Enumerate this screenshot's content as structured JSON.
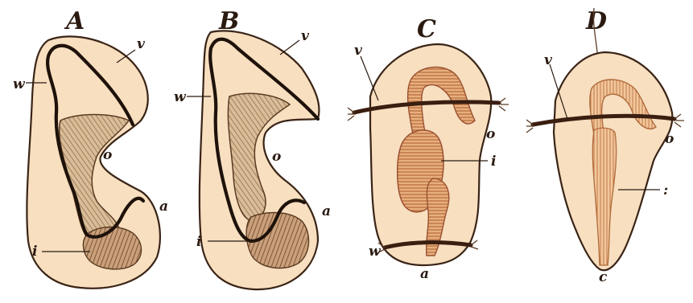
{
  "figure": {
    "panels": [
      {
        "id": "A",
        "letter": "A",
        "labels": {
          "v": "v",
          "w": "w",
          "o": "o",
          "a": "a",
          "i": "i"
        }
      },
      {
        "id": "B",
        "letter": "B",
        "labels": {
          "v": "v",
          "w": "w",
          "o": "o",
          "a": "a",
          "i": "i"
        }
      },
      {
        "id": "C",
        "letter": "C",
        "labels": {
          "v": "v",
          "o": "o",
          "i": "i",
          "w": "w",
          "a": "a"
        }
      },
      {
        "id": "D",
        "letter": "D",
        "labels": {
          "v": "v",
          "o": "o",
          "i": ":",
          "a": "c"
        }
      }
    ],
    "colors": {
      "body": "#f7dfc0",
      "outline": "#1e120a",
      "gut": "#d7b48a",
      "gut_bright": "#e3a577",
      "ink": "#2a1a10"
    }
  }
}
